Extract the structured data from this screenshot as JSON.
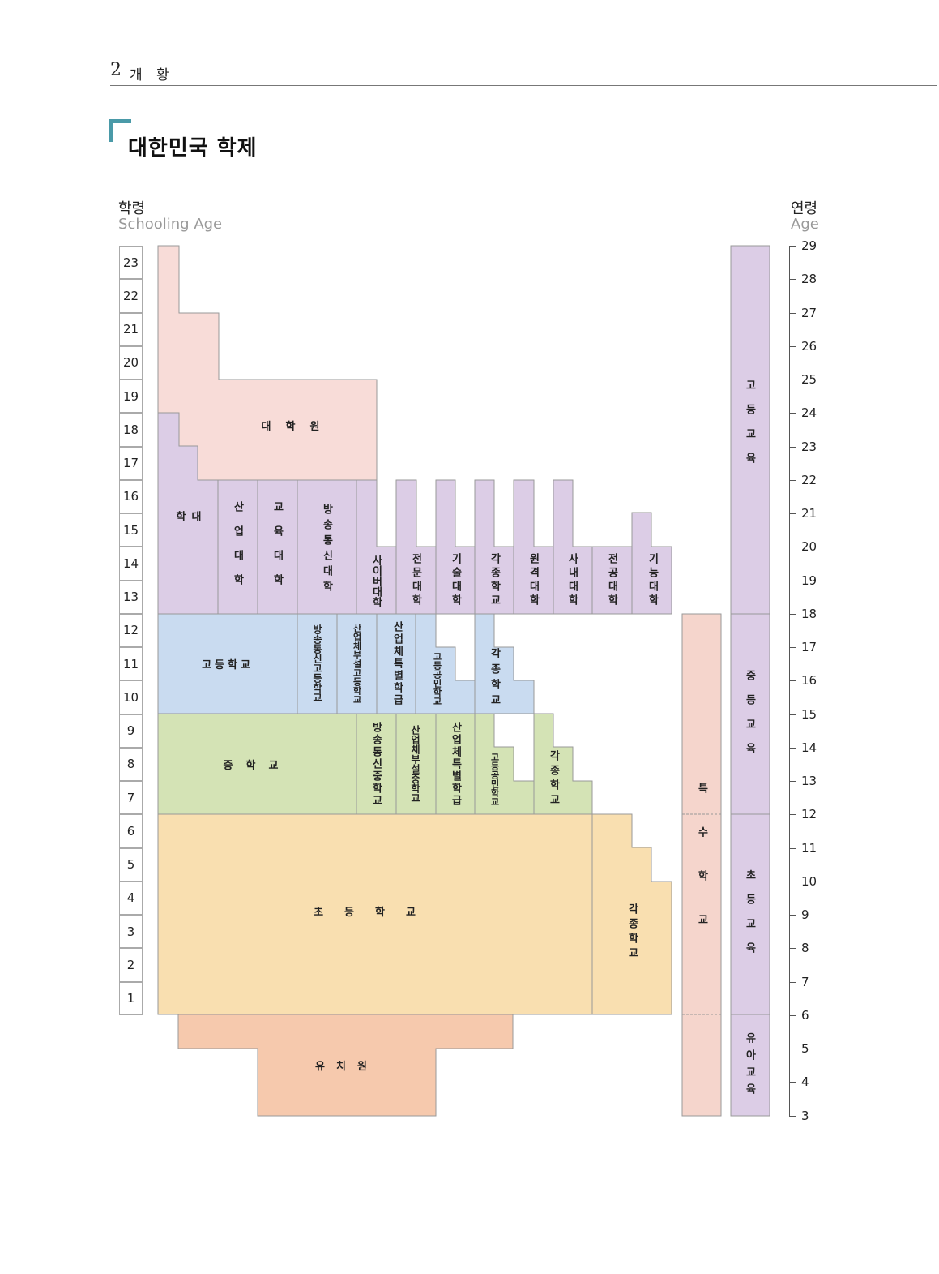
{
  "header": {
    "chapter_num": "2",
    "chapter_title": "개 황"
  },
  "title": "대한민국 학제",
  "left_axis": {
    "label_ko": "학령",
    "label_en": "Schooling Age",
    "values": [
      "23",
      "22",
      "21",
      "20",
      "19",
      "18",
      "17",
      "16",
      "15",
      "14",
      "13",
      "12",
      "11",
      "10",
      "9",
      "8",
      "7",
      "6",
      "5",
      "4",
      "3",
      "2",
      "1"
    ]
  },
  "right_axis": {
    "label_ko": "연령",
    "label_en": "Age",
    "values": [
      "29",
      "28",
      "27",
      "26",
      "25",
      "24",
      "23",
      "22",
      "21",
      "20",
      "19",
      "18",
      "17",
      "16",
      "15",
      "14",
      "13",
      "12",
      "11",
      "10",
      "9",
      "8",
      "7",
      "6",
      "5",
      "4",
      "3"
    ]
  },
  "colors": {
    "graduate": "#f8dcd8",
    "university": "#dccde6",
    "high": "#c9dbf0",
    "middle": "#d4e3b5",
    "elementary": "#f9dfb0",
    "kindergarten": "#f6c9ad",
    "special": "#f5d5cc",
    "accent": "#4a9aa8"
  },
  "blocks": {
    "graduate": "대학원",
    "university": "대학",
    "industrial_univ": "산업대학",
    "education_univ": "교육대학",
    "open_univ": "방송통신대학",
    "cyber_univ": "사이버대학",
    "junior_college": "전문대학",
    "technical_college": "기술대학",
    "misc_school_univ": "각종학교",
    "distance_univ": "원격대학",
    "corporate_univ": "사내대학",
    "major_univ": "전공대학",
    "polytechnic": "기능대학",
    "high_school": "고등학교",
    "open_high": "방송통신고등학교",
    "industry_high": "산업체부설고등학교",
    "industry_special_high": "산업체특별학급",
    "civic_high": "고등공민학교",
    "misc_high": "각종학교",
    "middle_school": "중학교",
    "open_middle": "방송통신중학교",
    "industry_middle": "산업체부설중학교",
    "industry_special_middle": "산업체특별학급",
    "civic_middle": "고등공민학교",
    "misc_middle": "각종학교",
    "elementary": "초등학교",
    "misc_elem": "각종학교",
    "kindergarten": "유치원",
    "special_school": "특수학교"
  },
  "levels": {
    "higher": "고등교육",
    "secondary": "중등교육",
    "primary": "초등교육",
    "early": "유아교육"
  }
}
